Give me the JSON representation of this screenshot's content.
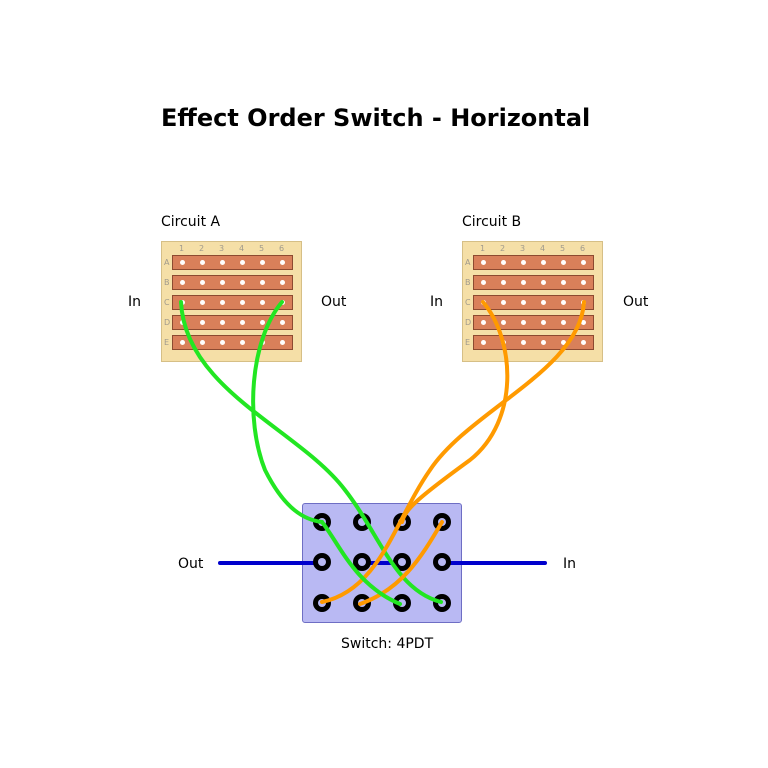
{
  "title": "Effect Order Switch - Horizontal",
  "circuit_a": {
    "name": "Circuit A",
    "in_label": "In",
    "out_label": "Out",
    "columns": [
      "1",
      "2",
      "3",
      "4",
      "5",
      "6"
    ],
    "rows": [
      "A",
      "B",
      "C",
      "D",
      "E"
    ]
  },
  "circuit_b": {
    "name": "Circuit B",
    "in_label": "In",
    "out_label": "Out",
    "columns": [
      "1",
      "2",
      "3",
      "4",
      "5",
      "6"
    ],
    "rows": [
      "A",
      "B",
      "C",
      "D",
      "E"
    ]
  },
  "switch": {
    "caption": "Switch: 4PDT",
    "left_label": "Out",
    "right_label": "In"
  },
  "colors": {
    "circuit_a_wires": "#22e622",
    "circuit_b_wires": "#ff9a00",
    "jack_wires": "#0000cc",
    "switch_body": "#b9b9f3",
    "board": "#f5dfa7",
    "strip": "#d9805a"
  }
}
